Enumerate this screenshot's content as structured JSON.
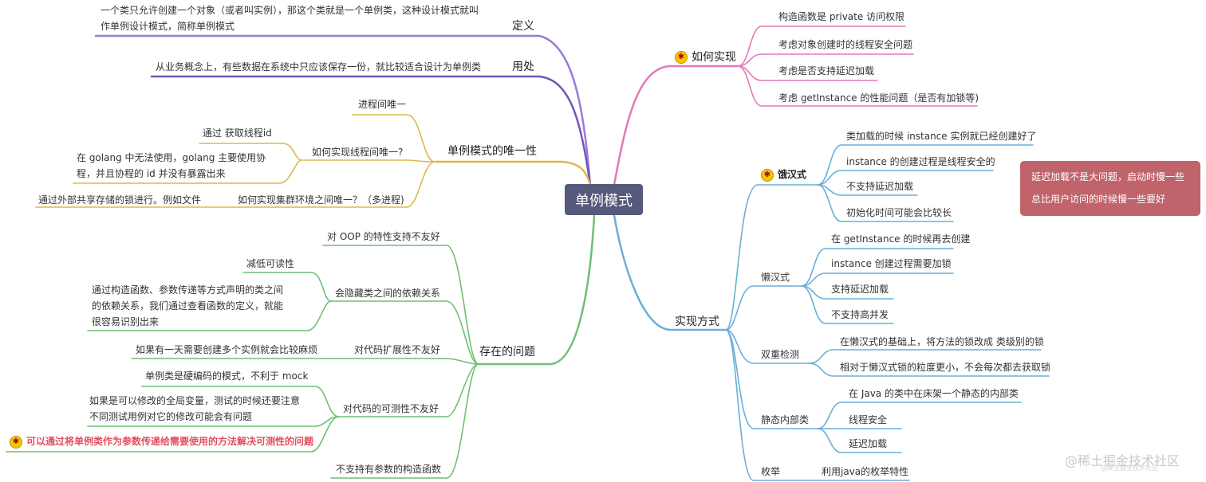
{
  "center": "单例模式",
  "branches": {
    "definition": {
      "title": "定义",
      "text": "一个类只允许创建一个对象（或者叫实例），那这个类就是一个单例类，这种设计模式就叫作单例设计模式，简称单例模式",
      "color": "#9b7ad8"
    },
    "usage": {
      "title": "用处",
      "text": "从业务概念上，有些数据在系统中只应该保存一份，就比较适合设计为单例类",
      "color": "#7455b8"
    },
    "uniqueness": {
      "title": "单例模式的唯一性",
      "color": "#ddb84a",
      "process": "进程间唯一",
      "thread_question": "如何实现线程间唯一?",
      "thread_id": "通过 获取线程id",
      "golang_note": "在 golang 中无法使用，golang 主要使用协程，并且协程的 id 并没有暴露出来",
      "cluster_question": "如何实现集群环境之间唯一？（多进程)",
      "cluster_answer": "通过外部共享存储的锁进行。例如文件"
    },
    "problems": {
      "title": "存在的问题",
      "color": "#6fbf73",
      "oop": "对 OOP 的特性支持不友好",
      "hide_dep": "会隐藏类之间的依赖关系",
      "readability": "减低可读性",
      "dep_note": "通过构造函数、参数传递等方式声明的类之间的依赖关系，我们通过查看函数的定义，就能很容易识别出来",
      "extend": "对代码扩展性不友好",
      "extend_note": "如果有一天需要创建多个实例就会比较麻烦",
      "testability": "对代码的可测性不友好",
      "hardcode": "单例类是硬编码的模式，不利于 mock",
      "global_var": "如果是可以修改的全局变量，测试的时候还要注意不同测试用例对它的修改可能会有问题",
      "solution": "可以通过将单例类作为参数传递给需要使用的方法解决可测性的问题",
      "no_params": "不支持有参数的构造函数"
    },
    "how": {
      "title": "如何实现",
      "color": "#e07ab8",
      "items": [
        "构造函数是 private 访问权限",
        "考虑对象创建时的线程安全问题",
        "考虑是否支持延迟加载",
        "考虑 getInstance 的性能问题（是否有加锁等)"
      ]
    },
    "impl": {
      "title": "实现方式",
      "color": "#6aafd8",
      "eager": {
        "title": "饿汉式",
        "items": [
          "类加载的时候 instance 实例就已经创建好了",
          "instance 的创建过程是线程安全的",
          "不支持延迟加载",
          "初始化时间可能会比较长"
        ]
      },
      "lazy": {
        "title": "懒汉式",
        "items": [
          "在 getInstance 的时候再去创建",
          "instance 创建过程需要加锁",
          "支持延迟加载",
          "不支持高并发"
        ]
      },
      "double": {
        "title": "双重检测",
        "items": [
          "在懒汉式的基础上，将方法的锁改成 类级别的锁",
          "相对于懒汉式锁的粒度更小，不会每次都去获取锁"
        ]
      },
      "static_inner": {
        "title": "静态内部类",
        "items": [
          "在 Java 的类中在床架一个静态的内部类",
          "线程安全",
          "延迟加载"
        ]
      },
      "enum": {
        "title": "枚举",
        "item": "利用java的枚举特性"
      }
    }
  },
  "note": "延迟加载不是大问题，启动时慢一些总比用户访问的时候慢一些要好",
  "watermark": "@稀土掘金技术社区",
  "watermark_small": "@稀土掘金技术社区",
  "star_icon": "star-icon"
}
